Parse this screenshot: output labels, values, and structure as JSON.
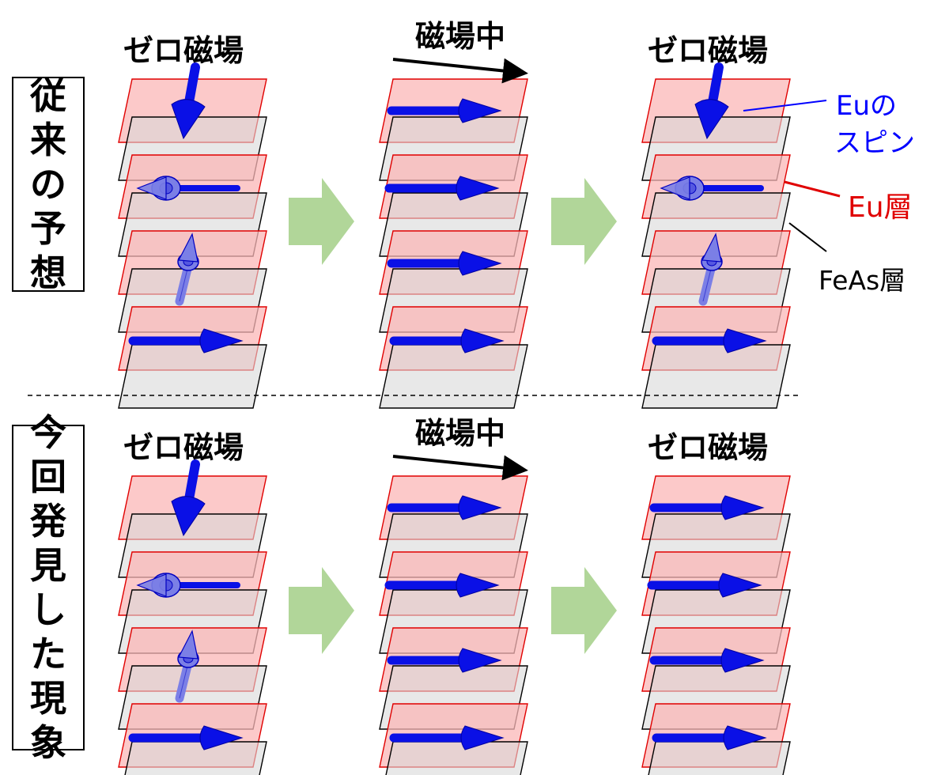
{
  "colors": {
    "eu_layer_fill": "#fbb7b7",
    "eu_layer_stroke": "#e00000",
    "feas_layer_fill": "#d9d9d9",
    "feas_layer_stroke": "#000000",
    "spin": "#0a10e6",
    "spin_back": "#7b7fe6",
    "step_arrow": "#a9d18e",
    "legend_blue": "#0000ff",
    "legend_red": "#e00000",
    "legend_black": "#000000"
  },
  "row_labels": {
    "top": [
      "従",
      "来",
      "の",
      "予",
      "想"
    ],
    "bottom": [
      "今",
      "回",
      "発",
      "見",
      "し",
      "た",
      "現",
      "象"
    ]
  },
  "column_titles": {
    "zero_field": "ゼロ磁場",
    "in_field": "磁場中"
  },
  "field_arrow_icon": "right-arrow-icon",
  "step_arrow_icon": "green-right-arrow-icon",
  "legend": {
    "eu_spin_line1": "Euの",
    "eu_spin_line2": "スピン",
    "eu_layer": "Eu層",
    "feas_layer": "FeAs層"
  },
  "spin_states": {
    "top": [
      [
        "down",
        "left",
        "up",
        "right"
      ],
      [
        "right",
        "right",
        "right",
        "right"
      ],
      [
        "down",
        "left",
        "up",
        "right"
      ]
    ],
    "bottom": [
      [
        "down",
        "left",
        "up",
        "right"
      ],
      [
        "right",
        "right",
        "right",
        "right"
      ],
      [
        "right",
        "right",
        "right",
        "right"
      ]
    ]
  }
}
